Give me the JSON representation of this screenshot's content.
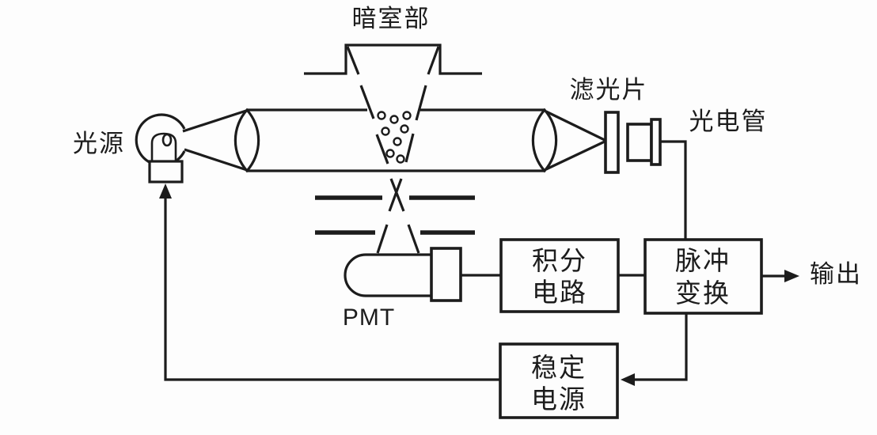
{
  "diagram": {
    "labels": {
      "dark_chamber": "暗室部",
      "light_source": "光源",
      "filter": "滤光片",
      "phototube": "光电管",
      "pmt": "PMT",
      "output": "输出"
    },
    "boxes": {
      "integrator": {
        "line1": "积分",
        "line2": "电路"
      },
      "pulse_converter": {
        "line1": "脉冲",
        "line2": "变换"
      },
      "power_supply": {
        "line1": "稳定",
        "line2": "电源"
      }
    },
    "colors": {
      "line": "#1c1c1c",
      "background": "#fdfdfd"
    }
  }
}
